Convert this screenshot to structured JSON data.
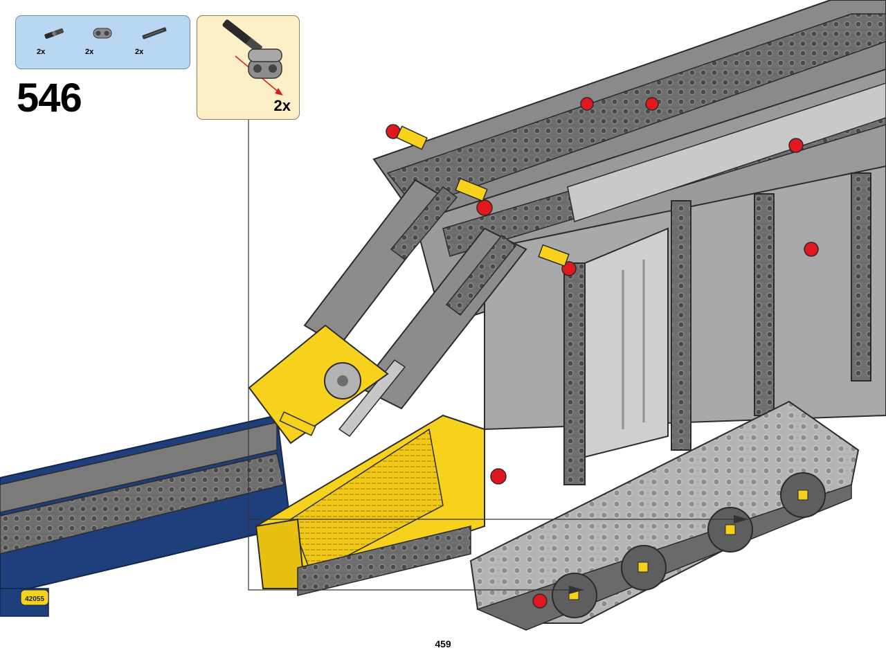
{
  "parts_list": [
    {
      "icon": "axle-pin-icon",
      "qty": "2x"
    },
    {
      "icon": "axle-connector-icon",
      "qty": "2x"
    },
    {
      "icon": "axle-icon",
      "qty": "2x"
    }
  ],
  "step": {
    "number": "546"
  },
  "submodel": {
    "qty": "2x"
  },
  "model": {
    "decal_text": "42055"
  },
  "page": {
    "number": "459"
  },
  "colors": {
    "parts_box_bg": "#b9d6f2",
    "submodel_bg": "#fdf0c9",
    "brick_gray": "#7c7c7c",
    "light_gray": "#b8b8b8",
    "yellow": "#f6d21c",
    "blue": "#1e3f7c",
    "red": "#e2181f"
  }
}
